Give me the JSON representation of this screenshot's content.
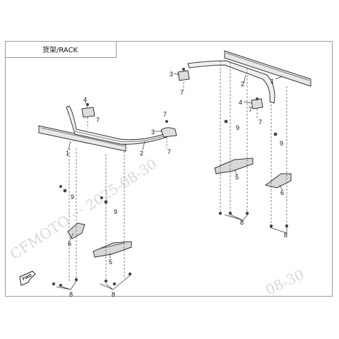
{
  "header": {
    "title": "货架/RACK"
  },
  "callouts": {
    "left_bar": "1",
    "left_tube": "2",
    "left_bracket_a": "3",
    "left_bracket_b": "4",
    "left_plate_5": "5",
    "left_plate_6": "6",
    "left_screw_7a": "7",
    "left_screw_7b": "7",
    "left_screw_7c": "7",
    "left_nut_8a": "8",
    "left_nut_8b": "8",
    "left_bolt_9a": "9",
    "left_bolt_9b": "9",
    "right_bar": "1",
    "right_tube": "2",
    "right_bracket_a": "3",
    "right_bracket_b": "4",
    "right_plate_5": "5",
    "right_plate_6": "6",
    "right_screw_7a": "7",
    "right_screw_7b": "7",
    "right_screw_7c": "7",
    "right_nut_8a": "8",
    "right_nut_8b": "8",
    "right_bolt_9a": "9",
    "right_bolt_9b": "9"
  },
  "fwd_label": "FWD",
  "watermark": {
    "text": "CFMOTO  ···  2025-08-30",
    "corner": "08-30"
  }
}
